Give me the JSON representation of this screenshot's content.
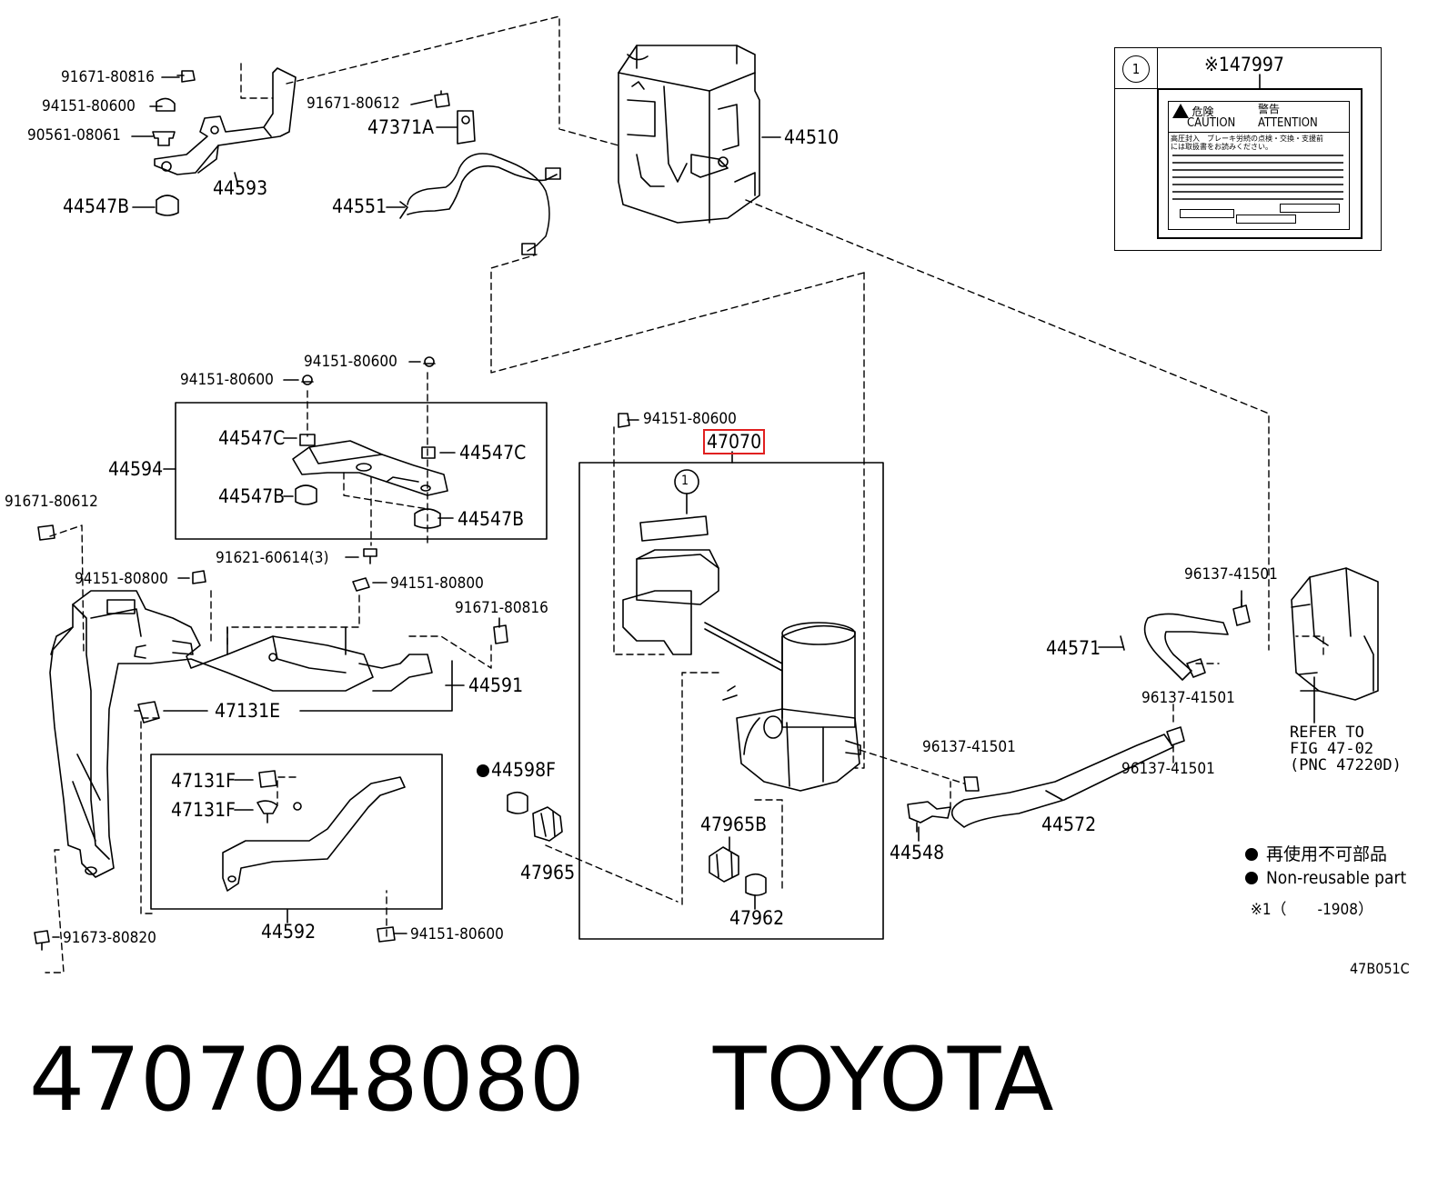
{
  "caption": {
    "part_number": "4707048080",
    "brand": "TOYOTA"
  },
  "diagram_code": "47B051C",
  "highlighted_part": "47070",
  "labels": {
    "p91671_80816_top": "91671-80816",
    "p94151_80600_a": "94151-80600",
    "p90561_08061": "90561-08061",
    "p44547B_a": "44547B",
    "p44593": "44593",
    "p91671_80612_top": "91671-80612",
    "p47371A": "47371A",
    "p44551": "44551",
    "p44510": "44510",
    "p94151_80600_b": "94151-80600",
    "p94151_80600_c": "94151-80600",
    "p44547C_a": "44547C",
    "p44547C_b": "44547C",
    "p44594": "44594",
    "p44547B_b": "44547B",
    "p44547B_c": "44547B",
    "p91671_80612_left": "91671-80612",
    "p91621_60614": "91621-60614(3)",
    "p94151_80800_a": "94151-80800",
    "p94151_80800_b": "94151-80800",
    "p91671_80816_mid": "91671-80816",
    "p44591": "44591",
    "p47131E": "47131E",
    "p47131F_a": "47131F",
    "p47131F_b": "47131F",
    "p44592": "44592",
    "p91673_80820": "91673-80820",
    "p94151_80600_d": "94151-80600",
    "p94151_80600_e": "94151-80600",
    "p47070": "47070",
    "p44598F": "44598F",
    "p47965": "47965",
    "p47965B": "47965B",
    "p47962": "47962",
    "p96137_41501_a": "96137-41501",
    "p96137_41501_b": "96137-41501",
    "p96137_41501_c": "96137-41501",
    "p96137_41501_d": "96137-41501",
    "p44571": "44571",
    "p44572": "44572",
    "p44548": "44548",
    "p47997": "※147997",
    "circle_1": "1"
  },
  "refer": {
    "line1": "REFER TO",
    "line2": "FIG 47-02",
    "line3": "(PNC 47220D)"
  },
  "legend": {
    "jp": "再使用不可部品",
    "en": "Non-reusable part",
    "note": "※1（　　-1908）"
  },
  "caution_label": {
    "jp_danger": "危険",
    "caution": "CAUTION",
    "jp_warning": "警告",
    "attention": "ATTENTION",
    "jp_line1": "高圧封入　ブレーキ労続の点検・交換・支援前",
    "jp_line2": "には取扱書をお読みください。"
  }
}
